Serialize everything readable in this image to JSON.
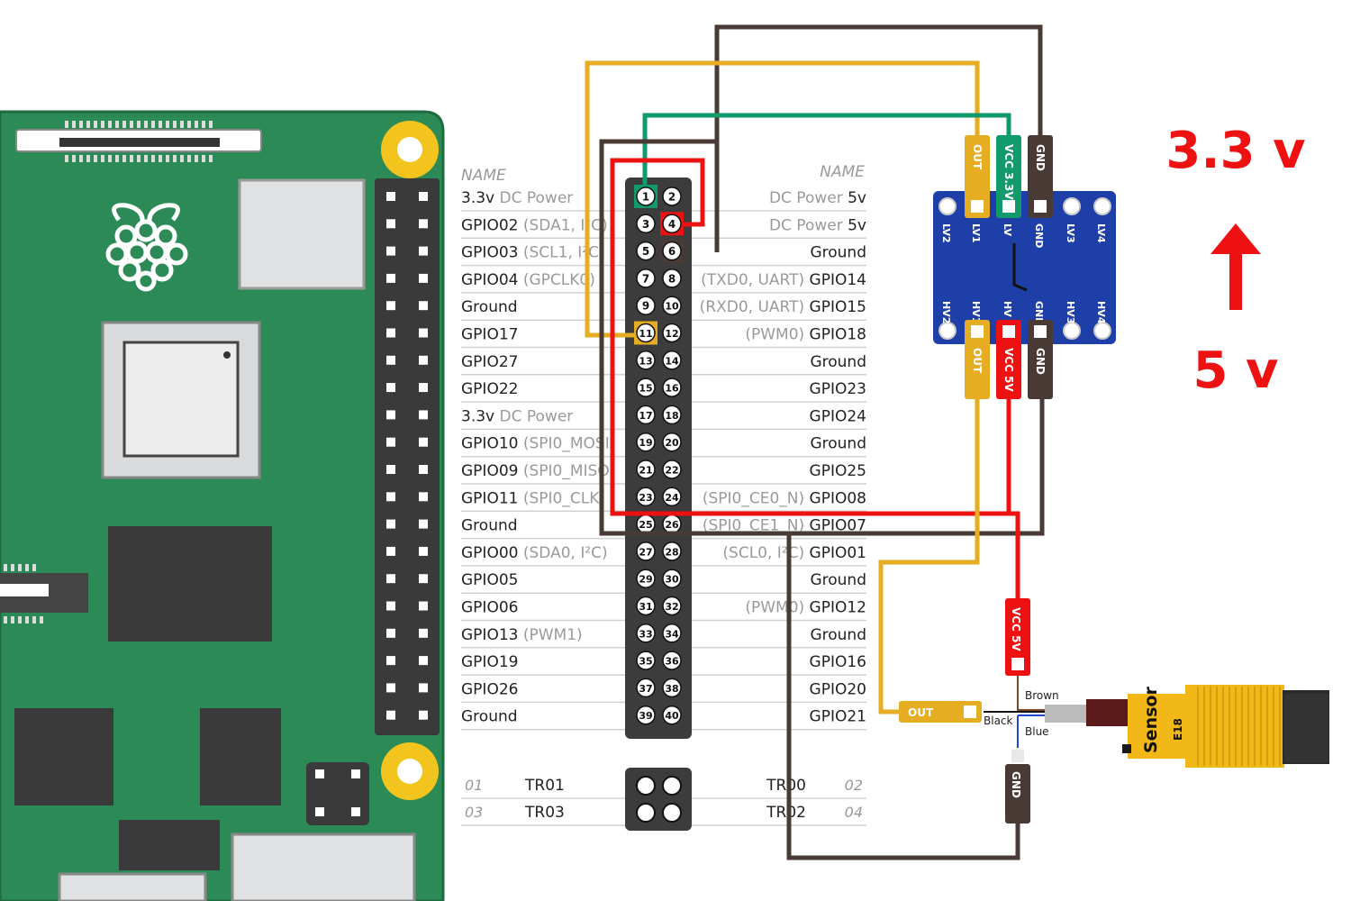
{
  "pin_table": {
    "header_left": "NAME",
    "header_right": "NAME",
    "rows": [
      {
        "left_main": "3.3v",
        "left_sub": " DC Power",
        "left_pin": "1",
        "right_pin": "2",
        "right_sub": "DC Power ",
        "right_main": "5v"
      },
      {
        "left_main": "GPIO02",
        "left_sub": " (SDA1, I²C)",
        "left_pin": "3",
        "right_pin": "4",
        "right_sub": "DC Power ",
        "right_main": "5v"
      },
      {
        "left_main": "GPIO03",
        "left_sub": " (SCL1, I²C)",
        "left_pin": "5",
        "right_pin": "6",
        "right_sub": "",
        "right_main": "Ground"
      },
      {
        "left_main": "GPIO04",
        "left_sub": " (GPCLK0)",
        "left_pin": "7",
        "right_pin": "8",
        "right_sub": "(TXD0, UART) ",
        "right_main": "GPIO14"
      },
      {
        "left_main": "Ground",
        "left_sub": "",
        "left_pin": "9",
        "right_pin": "10",
        "right_sub": "(RXD0, UART) ",
        "right_main": "GPIO15"
      },
      {
        "left_main": "GPIO17",
        "left_sub": "",
        "left_pin": "11",
        "right_pin": "12",
        "right_sub": "(PWM0) ",
        "right_main": "GPIO18"
      },
      {
        "left_main": "GPIO27",
        "left_sub": "",
        "left_pin": "13",
        "right_pin": "14",
        "right_sub": "",
        "right_main": "Ground"
      },
      {
        "left_main": "GPIO22",
        "left_sub": "",
        "left_pin": "15",
        "right_pin": "16",
        "right_sub": "",
        "right_main": "GPIO23"
      },
      {
        "left_main": "3.3v",
        "left_sub": " DC Power",
        "left_pin": "17",
        "right_pin": "18",
        "right_sub": "",
        "right_main": "GPIO24"
      },
      {
        "left_main": "GPIO10",
        "left_sub": " (SPI0_MOSI)",
        "left_pin": "19",
        "right_pin": "20",
        "right_sub": "",
        "right_main": "Ground"
      },
      {
        "left_main": "GPIO09",
        "left_sub": " (SPI0_MISO)",
        "left_pin": "21",
        "right_pin": "22",
        "right_sub": "",
        "right_main": "GPIO25"
      },
      {
        "left_main": "GPIO11",
        "left_sub": " (SPI0_CLK)",
        "left_pin": "23",
        "right_pin": "24",
        "right_sub": "(SPI0_CE0_N) ",
        "right_main": "GPIO08"
      },
      {
        "left_main": "Ground",
        "left_sub": "",
        "left_pin": "25",
        "right_pin": "26",
        "right_sub": "(SPI0_CE1_N) ",
        "right_main": "GPIO07"
      },
      {
        "left_main": "GPIO00",
        "left_sub": " (SDA0, I²C)",
        "left_pin": "27",
        "right_pin": "28",
        "right_sub": "(SCL0, I²C) ",
        "right_main": "GPIO01"
      },
      {
        "left_main": "GPIO05",
        "left_sub": "",
        "left_pin": "29",
        "right_pin": "30",
        "right_sub": "",
        "right_main": "Ground"
      },
      {
        "left_main": "GPIO06",
        "left_sub": "",
        "left_pin": "31",
        "right_pin": "32",
        "right_sub": "(PWM0) ",
        "right_main": "GPIO12"
      },
      {
        "left_main": "GPIO13",
        "left_sub": " (PWM1)",
        "left_pin": "33",
        "right_pin": "34",
        "right_sub": "",
        "right_main": "Ground"
      },
      {
        "left_main": "GPIO19",
        "left_sub": "",
        "left_pin": "35",
        "right_pin": "36",
        "right_sub": "",
        "right_main": "GPIO16"
      },
      {
        "left_main": "GPIO26",
        "left_sub": "",
        "left_pin": "37",
        "right_pin": "38",
        "right_sub": "",
        "right_main": "GPIO20"
      },
      {
        "left_main": "Ground",
        "left_sub": "",
        "left_pin": "39",
        "right_pin": "40",
        "right_sub": "",
        "right_main": "GPIO21"
      }
    ],
    "tr_rows": [
      {
        "left_num": "01",
        "left_name": "TR01",
        "right_name": "TR00",
        "right_num": "02"
      },
      {
        "left_num": "03",
        "left_name": "TR03",
        "right_name": "TR02",
        "right_num": "04"
      }
    ]
  },
  "level_shifter": {
    "top_pins": [
      "OUT",
      "VCC 3.3V",
      "GND"
    ],
    "bottom_pins": [
      "OUT",
      "VCC 5V",
      "GND"
    ],
    "board_top_labels": [
      "LV2",
      "LV1",
      "LV",
      "GND",
      "LV3",
      "LV4"
    ],
    "board_bottom_labels": [
      "HV2",
      "HV1",
      "HV",
      "GND",
      "HV3",
      "HV4"
    ]
  },
  "voltage": {
    "top": "3.3 v",
    "bottom": "5 v"
  },
  "sensor": {
    "vcc_label": "VCC 5V",
    "out_label": "OUT",
    "gnd_label": "GND",
    "wire_brown": "Brown",
    "wire_black": "Black",
    "wire_blue": "Blue",
    "body_text": "Sensor",
    "model_text": "E18"
  },
  "colors": {
    "board_green": "#2b8a55",
    "wire_yellow": "#e6ac22",
    "wire_green": "#119a6a",
    "wire_red": "#ee1111",
    "wire_brown": "#4a3a35",
    "shifter_blue": "#1f3fa8",
    "voltage_red": "#ee1111"
  }
}
